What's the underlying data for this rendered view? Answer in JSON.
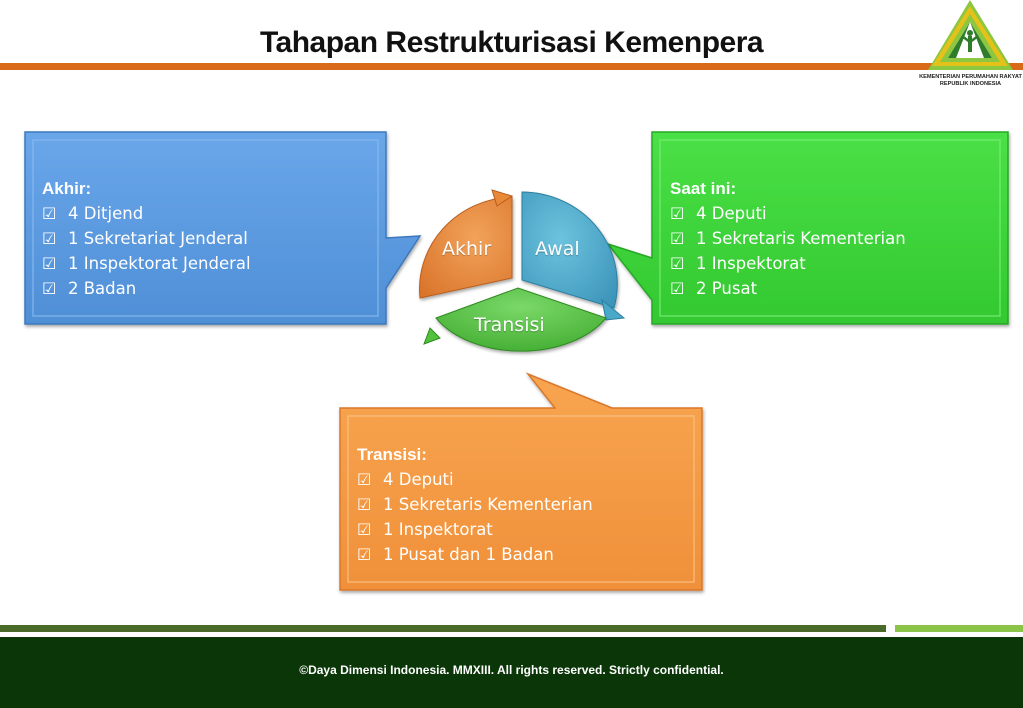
{
  "header": {
    "title": "Tahapan Restrukturisasi Kemenpera",
    "accent_color": "#d86a1a"
  },
  "logo": {
    "icon": "house-tree-triangle-logo-icon",
    "line1": "KEMENTERIAN PERUMAHAN RAKYAT",
    "line2": "REPUBLIK INDONESIA"
  },
  "cycle": {
    "akhir_label": "Akhir",
    "awal_label": "Awal",
    "transisi_label": "Transisi",
    "colors": {
      "akhir": "#e8893a",
      "awal": "#4aa8c8",
      "transisi": "#52c23a"
    }
  },
  "boxes": {
    "akhir": {
      "heading": "Akhir:",
      "items": [
        "4 Ditjend",
        "1 Sekretariat Jenderal",
        "1 Inspektorat Jenderal",
        "2 Badan"
      ],
      "color": "#5b9be0"
    },
    "saat_ini": {
      "heading": "Saat ini:",
      "items": [
        "4 Deputi",
        "1 Sekretaris Kementerian",
        "1 Inspektorat",
        "2 Pusat"
      ],
      "color": "#3dd63a"
    },
    "transisi": {
      "heading": "Transisi:",
      "items": [
        "4 Deputi",
        "1 Sekretaris Kementerian",
        "1 Inspektorat",
        "1 Pusat dan 1 Badan"
      ],
      "color": "#f59a45"
    },
    "check_icon": "checkbox-checked-icon",
    "check_glyph": "☑"
  },
  "footer": {
    "text": "©Daya Dimensi Indonesia. MMXIII. All rights reserved. Strictly confidential.",
    "bg_color": "#0a3608"
  }
}
